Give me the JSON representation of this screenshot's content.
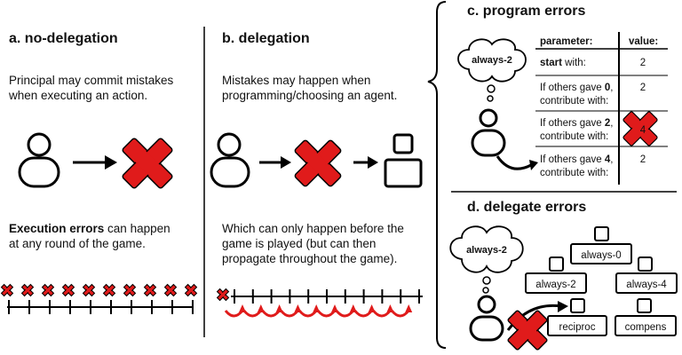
{
  "panel_a": {
    "title": "a. no-delegation",
    "desc_line1": "Principal may commit mistakes",
    "desc_line2": "when executing an action.",
    "note_bold": "Execution errors",
    "note_rest": " can happen",
    "note_line2": "at any round of the game."
  },
  "panel_b": {
    "title": "b. delegation",
    "desc_line1": "Mistakes may happen when",
    "desc_line2": "programming/choosing an agent.",
    "note_line1": "Which can only happen before the",
    "note_line2": "game is played (but can then",
    "note_line3": "propagate throughout the game)."
  },
  "panel_c": {
    "title": "c. program errors",
    "thought": "always-2",
    "col_param": "parameter:",
    "col_value": "value:",
    "rows": [
      {
        "line1_bold": "start",
        "line1_rest": " with:",
        "line2": "",
        "value": "2"
      },
      {
        "line1_pre": "If others gave ",
        "line1_bold": "0",
        "line1_post": ",",
        "line2": "contribute with:",
        "value": "2"
      },
      {
        "line1_pre": "If others gave ",
        "line1_bold": "2",
        "line1_post": ",",
        "line2": "contribute with:",
        "value": "4"
      },
      {
        "line1_pre": "If others gave ",
        "line1_bold": "4",
        "line1_post": ",",
        "line2": "contribute with:",
        "value": "2"
      }
    ]
  },
  "panel_d": {
    "title": "d. delegate errors",
    "thought": "always-2",
    "agents": {
      "always0": "always-0",
      "always2": "always-2",
      "always4": "always-4",
      "reciproc": "reciproc",
      "compens": "compens"
    }
  },
  "colors": {
    "error_red": "#e01b1b",
    "ink": "#000000"
  }
}
